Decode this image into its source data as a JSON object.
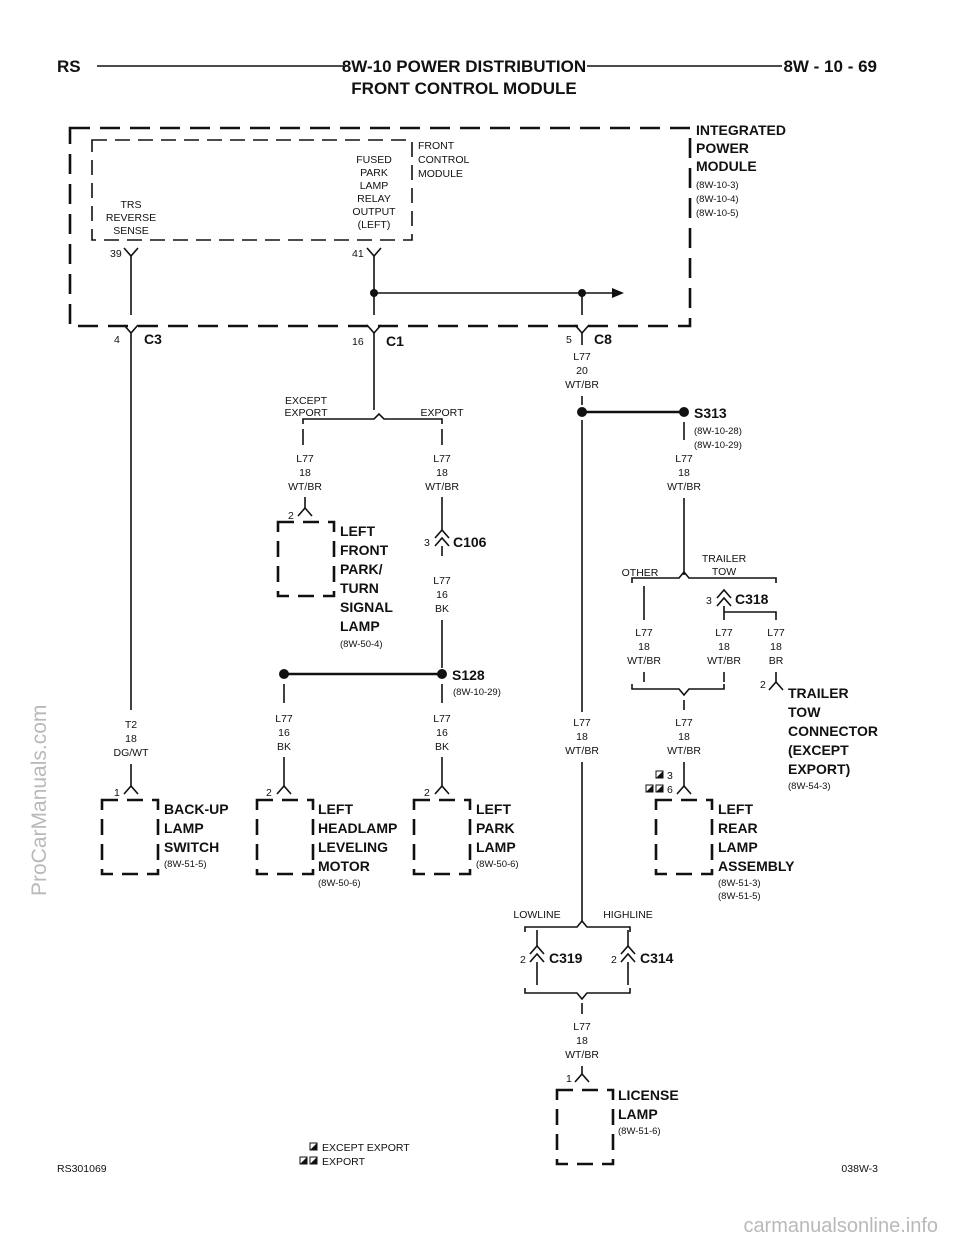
{
  "header": {
    "left_code": "RS",
    "title_line1": "8W-10 POWER DISTRIBUTION",
    "title_line2": "FRONT CONTROL MODULE",
    "page_number": "8W - 10 - 69"
  },
  "modules": {
    "ipm": {
      "name": [
        "INTEGRATED",
        "POWER",
        "MODULE"
      ],
      "refs": [
        "(8W-10-3)",
        "(8W-10-4)",
        "(8W-10-5)"
      ]
    },
    "fcm": {
      "name": [
        "FRONT",
        "CONTROL",
        "MODULE"
      ]
    },
    "trs_reverse_sense": {
      "label": [
        "TRS",
        "REVERSE",
        "SENSE"
      ],
      "pin": "39"
    },
    "fused_park_output": {
      "label": [
        "FUSED",
        "PARK",
        "LAMP",
        "RELAY",
        "OUTPUT",
        "(LEFT)"
      ],
      "pin": "41"
    }
  },
  "connectors": {
    "c3": {
      "name": "C3",
      "pin": "4"
    },
    "c1": {
      "name": "C1",
      "pin": "16"
    },
    "c8": {
      "name": "C8",
      "pin": "5"
    },
    "c106": {
      "name": "C106",
      "pin": "3"
    },
    "c318": {
      "name": "C318",
      "pin": "3"
    },
    "c319": {
      "name": "C319",
      "pin": "2"
    },
    "c314": {
      "name": "C314",
      "pin": "2"
    }
  },
  "splices": {
    "s313": {
      "name": "S313",
      "refs": [
        "(8W-10-28)",
        "(8W-10-29)"
      ]
    },
    "s128": {
      "name": "S128",
      "refs": [
        "(8W-10-29)"
      ]
    }
  },
  "wires": {
    "c8_out": [
      "L77",
      "20",
      "WT/BR"
    ],
    "c1_except": [
      "L77",
      "18",
      "WT/BR"
    ],
    "c1_export": [
      "L77",
      "18",
      "WT/BR"
    ],
    "c106_out": [
      "L77",
      "16",
      "BK"
    ],
    "s128_left": [
      "L77",
      "16",
      "BK"
    ],
    "s128_down": [
      "L77",
      "16",
      "BK"
    ],
    "s313_down": [
      "L77",
      "18",
      "WT/BR"
    ],
    "other_branch": [
      "L77",
      "18",
      "WT/BR"
    ],
    "tow_branch": [
      "L77",
      "18",
      "WT/BR"
    ],
    "trailer_br": [
      "L77",
      "18",
      "BR"
    ],
    "rear_lamp": [
      "L77",
      "18",
      "WT/BR"
    ],
    "license_main": [
      "L77",
      "18",
      "WT/BR"
    ],
    "license_final": [
      "L77",
      "18",
      "WT/BR"
    ],
    "backup": [
      "T2",
      "18",
      "DG/WT"
    ]
  },
  "branches": {
    "except_export": [
      "EXCEPT",
      "EXPORT"
    ],
    "export": "EXPORT",
    "other": "OTHER",
    "trailer_tow": [
      "TRAILER",
      "TOW"
    ],
    "lowline": "LOWLINE",
    "highline": "HIGHLINE"
  },
  "components": {
    "left_front_park": {
      "name": [
        "LEFT",
        "FRONT",
        "PARK/",
        "TURN",
        "SIGNAL",
        "LAMP"
      ],
      "ref": "(8W-50-4)",
      "pin": "2"
    },
    "backup_switch": {
      "name": [
        "BACK-UP",
        "LAMP",
        "SWITCH"
      ],
      "ref": "(8W-51-5)",
      "pin": "1"
    },
    "headlamp_motor": {
      "name": [
        "LEFT",
        "HEADLAMP",
        "LEVELING",
        "MOTOR"
      ],
      "ref": "(8W-50-6)",
      "pin": "2"
    },
    "left_park": {
      "name": [
        "LEFT",
        "PARK",
        "LAMP"
      ],
      "ref": "(8W-50-6)",
      "pin": "2"
    },
    "trailer_connector": {
      "name": [
        "TRAILER",
        "TOW",
        "CONNECTOR",
        "(EXCEPT",
        "EXPORT)"
      ],
      "ref": "(8W-54-3)",
      "pin": "2"
    },
    "left_rear_lamp": {
      "name": [
        "LEFT",
        "REAR",
        "LAMP",
        "ASSEMBLY"
      ],
      "refs": [
        "(8W-51-3)",
        "(8W-51-5)"
      ],
      "pins": [
        "3",
        "6"
      ]
    },
    "license_lamp": {
      "name": [
        "LICENSE",
        "LAMP"
      ],
      "ref": "(8W-51-6)",
      "pin": "1"
    }
  },
  "legend": {
    "except_export": "EXCEPT EXPORT",
    "export": "EXPORT"
  },
  "footer": {
    "left": "RS301069",
    "right": "038W-3"
  },
  "watermarks": {
    "side": "ProCarManuals.com",
    "bottom": "carmanualsonline.info"
  }
}
